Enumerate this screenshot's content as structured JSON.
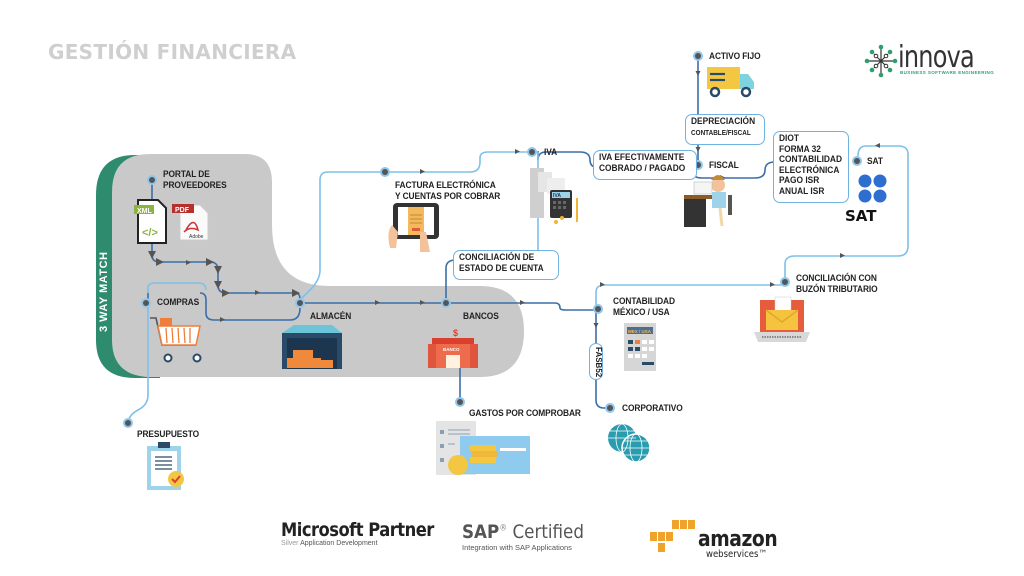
{
  "header": {
    "title": "GESTIÓN FINANCIERA"
  },
  "brand": {
    "name": "innova",
    "tagline": "BUSINESS SOFTWARE ENGINEERING",
    "primary_color": "#2e9f6c"
  },
  "colors": {
    "line_dark": "#3b6ea8",
    "line_light": "#7fc0ea",
    "region_gray": "#c9c9c9",
    "region_green": "#2e8b6e",
    "node_fill": "#555555",
    "node_ring": "#8fc7ec"
  },
  "region": {
    "three_way_match_label": "3 WAY MATCH"
  },
  "nodes": {
    "portal": "PORTAL DE\nPROVEEDORES",
    "compras": "COMPRAS",
    "almacen": "ALMACÉN",
    "bancos": "BANCOS",
    "presupuesto": "PRESUPUESTO",
    "gastos": "GASTOS POR COMPROBAR",
    "factura": "FACTURA ELECTRÓNICA\nY CUENTAS POR COBRAR",
    "iva": "IVA",
    "activo_fijo": "ACTIVO FIJO",
    "fiscal": "FISCAL",
    "sat": "SAT",
    "contabilidad": "CONTABILIDAD\nMÉXICO / USA",
    "corporativo": "CORPORATIVO",
    "buzon": "CONCILIACIÓN CON\nBUZÓN TRIBUTARIO"
  },
  "boxes": {
    "conciliacion_estado": "CONCILIACIÓN DE\nESTADO DE CUENTA",
    "iva_efectivamente": "IVA EFECTIVAMENTE\nCOBRADO / PAGADO",
    "depreciacion_title": "DEPRECIACIÓN",
    "depreciacion_sub": "CONTABLE/FISCAL",
    "fiscal_list": "DIOT\nFORMA 32\nCONTABILIDAD\nELECTRÓNICA\nPAGO ISR\nANUAL ISR",
    "fasb": "FASB52"
  },
  "icons": {
    "xml_label": "XML",
    "pdf_label": "PDF",
    "adobe_label": "Adobe",
    "banco_label": "BANCO",
    "banco_sign": "$",
    "iva_calc_label": "IVA",
    "mex_usa_label": "MEX / USA",
    "sat_logo_text": "SAT"
  },
  "partners": {
    "microsoft_main": "Microsoft Partner",
    "microsoft_silver": "Silver",
    "microsoft_sub": "Application Development",
    "sap_main": "SAP",
    "sap_reg": "®",
    "sap_certified": " Certified",
    "sap_sub": "Integration with SAP Applications",
    "aws_main": "amazon",
    "aws_sub": "webservices™"
  }
}
